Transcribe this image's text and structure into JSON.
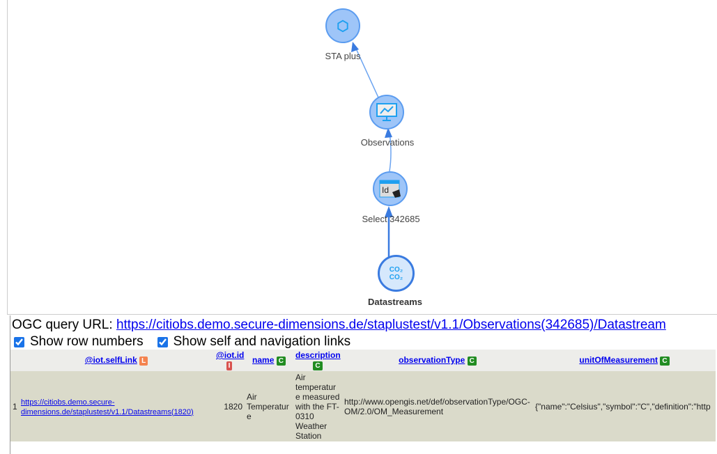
{
  "graph": {
    "nodes": [
      {
        "label": "STA plus",
        "icon": "ogc-logo-icon"
      },
      {
        "label": "Observations",
        "icon": "monitor-chart-icon"
      },
      {
        "label": "Select 342685",
        "icon": "table-select-icon"
      },
      {
        "label": "Datastreams",
        "icon": "co2-cloud-icon"
      }
    ]
  },
  "query": {
    "label": "OGC query URL:",
    "url": "https://citiobs.demo.secure-dimensions.de/staplustest/v1.1/Observations(342685)/Datastream"
  },
  "options": {
    "row_numbers": "Show row numbers",
    "self_links": "Show self and navigation links"
  },
  "table": {
    "headers": [
      {
        "label": "@iot.selfLink",
        "badge": "L",
        "color": "#f4834f"
      },
      {
        "label": "@iot.id",
        "badge": "I",
        "color": "#d9534f"
      },
      {
        "label": "name",
        "badge": "C",
        "color": "#218c21"
      },
      {
        "label": "description",
        "badge": "C",
        "color": "#218c21"
      },
      {
        "label": "observationType",
        "badge": "C",
        "color": "#218c21"
      },
      {
        "label": "unitOfMeasurement",
        "badge": "C",
        "color": "#218c21"
      }
    ],
    "rows": [
      {
        "num": "1",
        "selfLink": "https://citiobs.demo.secure-dimensions.de/staplustest/v1.1/Datastreams(1820)",
        "id": "1820",
        "name": "Air Temperature",
        "description": "Air temperature measured with the FT-0310 Weather Station",
        "observationType": "http://www.opengis.net/def/observationType/OGC-OM/2.0/OM_Measurement",
        "unit": "{\"name\":\"Celsius\",\"symbol\":\"C\",\"definition\":\"http"
      }
    ]
  }
}
